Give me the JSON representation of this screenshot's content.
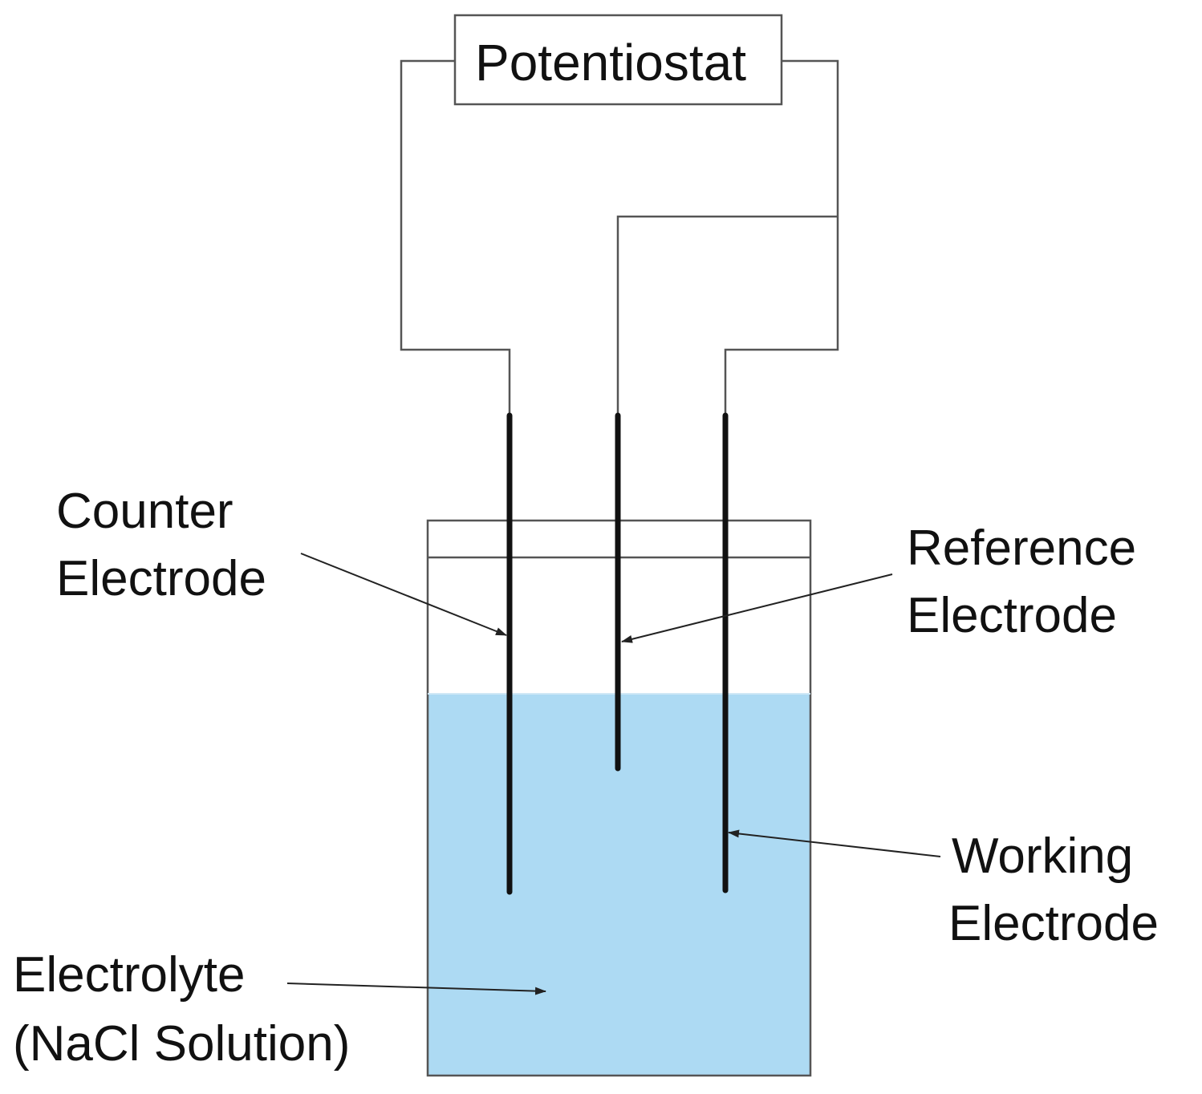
{
  "diagram": {
    "potentiostat": {
      "label": "Potentiostat"
    },
    "labels": {
      "counter": [
        "Counter",
        "Electrode"
      ],
      "reference": [
        "Reference",
        "Electrode"
      ],
      "working": [
        "Working",
        "Electrode"
      ],
      "electrolyte": [
        "Electrolyte",
        "(NaCl Solution)"
      ]
    },
    "colors": {
      "electrolyte": "#addaf3",
      "wire": "#555555",
      "electrode": "#111111"
    }
  }
}
